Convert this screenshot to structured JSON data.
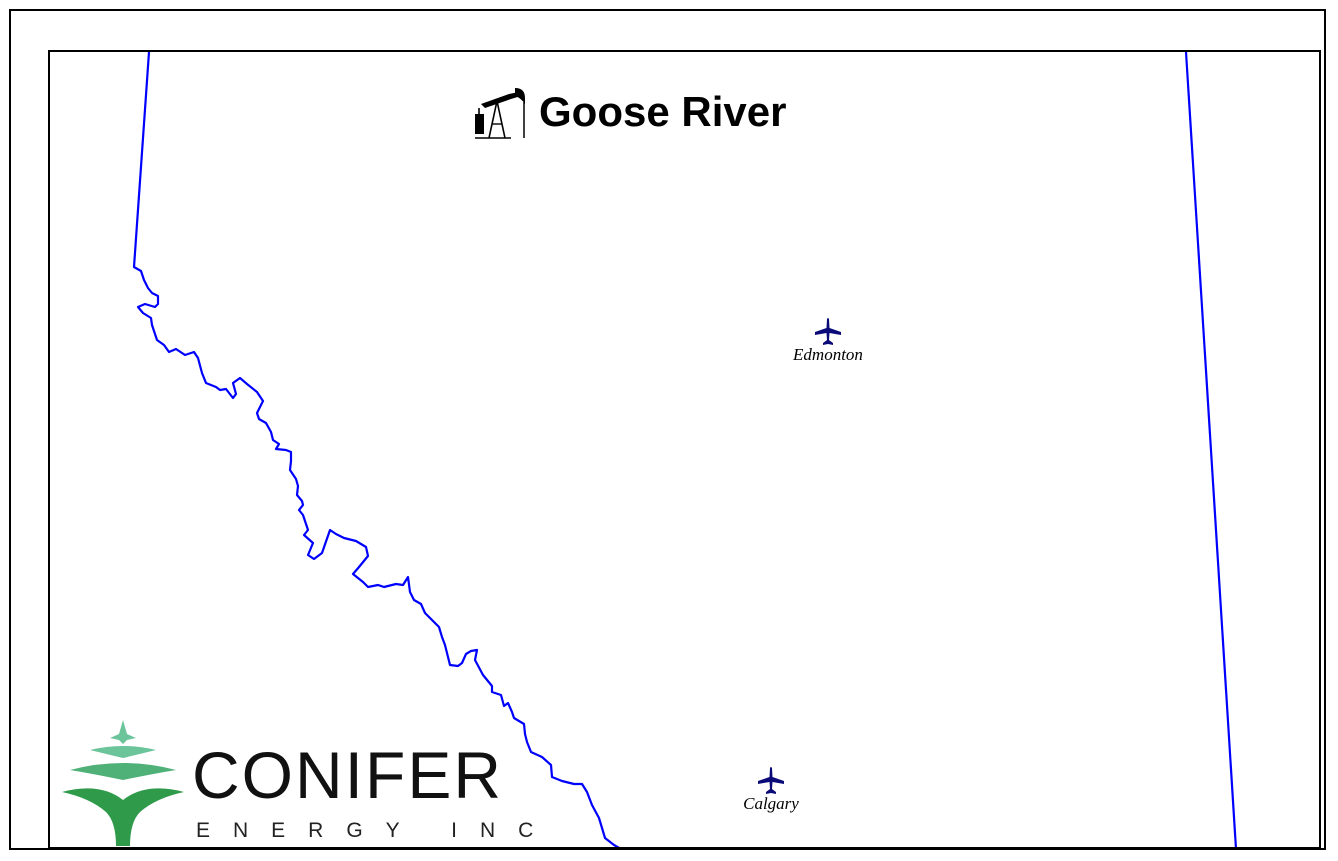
{
  "map": {
    "title": "Goose River",
    "title_icon": "pumpjack-icon",
    "cities": [
      {
        "name": "Edmonton",
        "icon": "airport-icon"
      },
      {
        "name": "Calgary",
        "icon": "airport-icon"
      }
    ],
    "boundary_color": "#0000ff",
    "city_icon_color": "#0a0a78"
  },
  "logo": {
    "name": "CONIFER",
    "subtitle": "ENERGY INC",
    "colors": {
      "light_green": "#6cc49a",
      "dark_green": "#2e9a4a"
    }
  }
}
